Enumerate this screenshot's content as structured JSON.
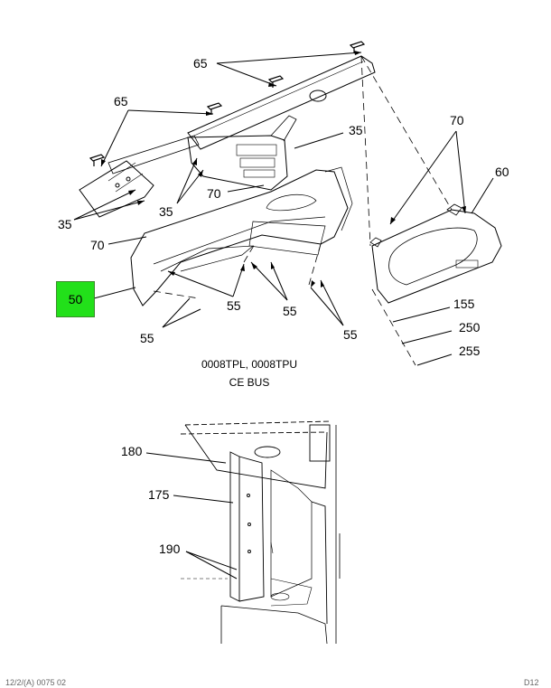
{
  "diagram": {
    "top_callouts": {
      "c65_top": "65",
      "c65_left": "65",
      "c70_right": "70",
      "c35_top": "35",
      "c60": "60",
      "c35_mid": "35",
      "c70_mid": "70",
      "c35_left": "35",
      "c70_left": "70",
      "c50": "50",
      "c55_a": "55",
      "c55_b": "55",
      "c55_c": "55",
      "c55_d": "55",
      "c155": "155",
      "c250": "250",
      "c255": "255"
    },
    "top_caption_line1": "0008TPL, 0008TPU",
    "top_caption_line2": "CE BUS",
    "bottom_callouts": {
      "c180": "180",
      "c175": "175",
      "c190": "190"
    },
    "highlight_color": "#22e01a",
    "footer_left": "12/2/(A) 0075 02",
    "footer_right": "D12"
  }
}
